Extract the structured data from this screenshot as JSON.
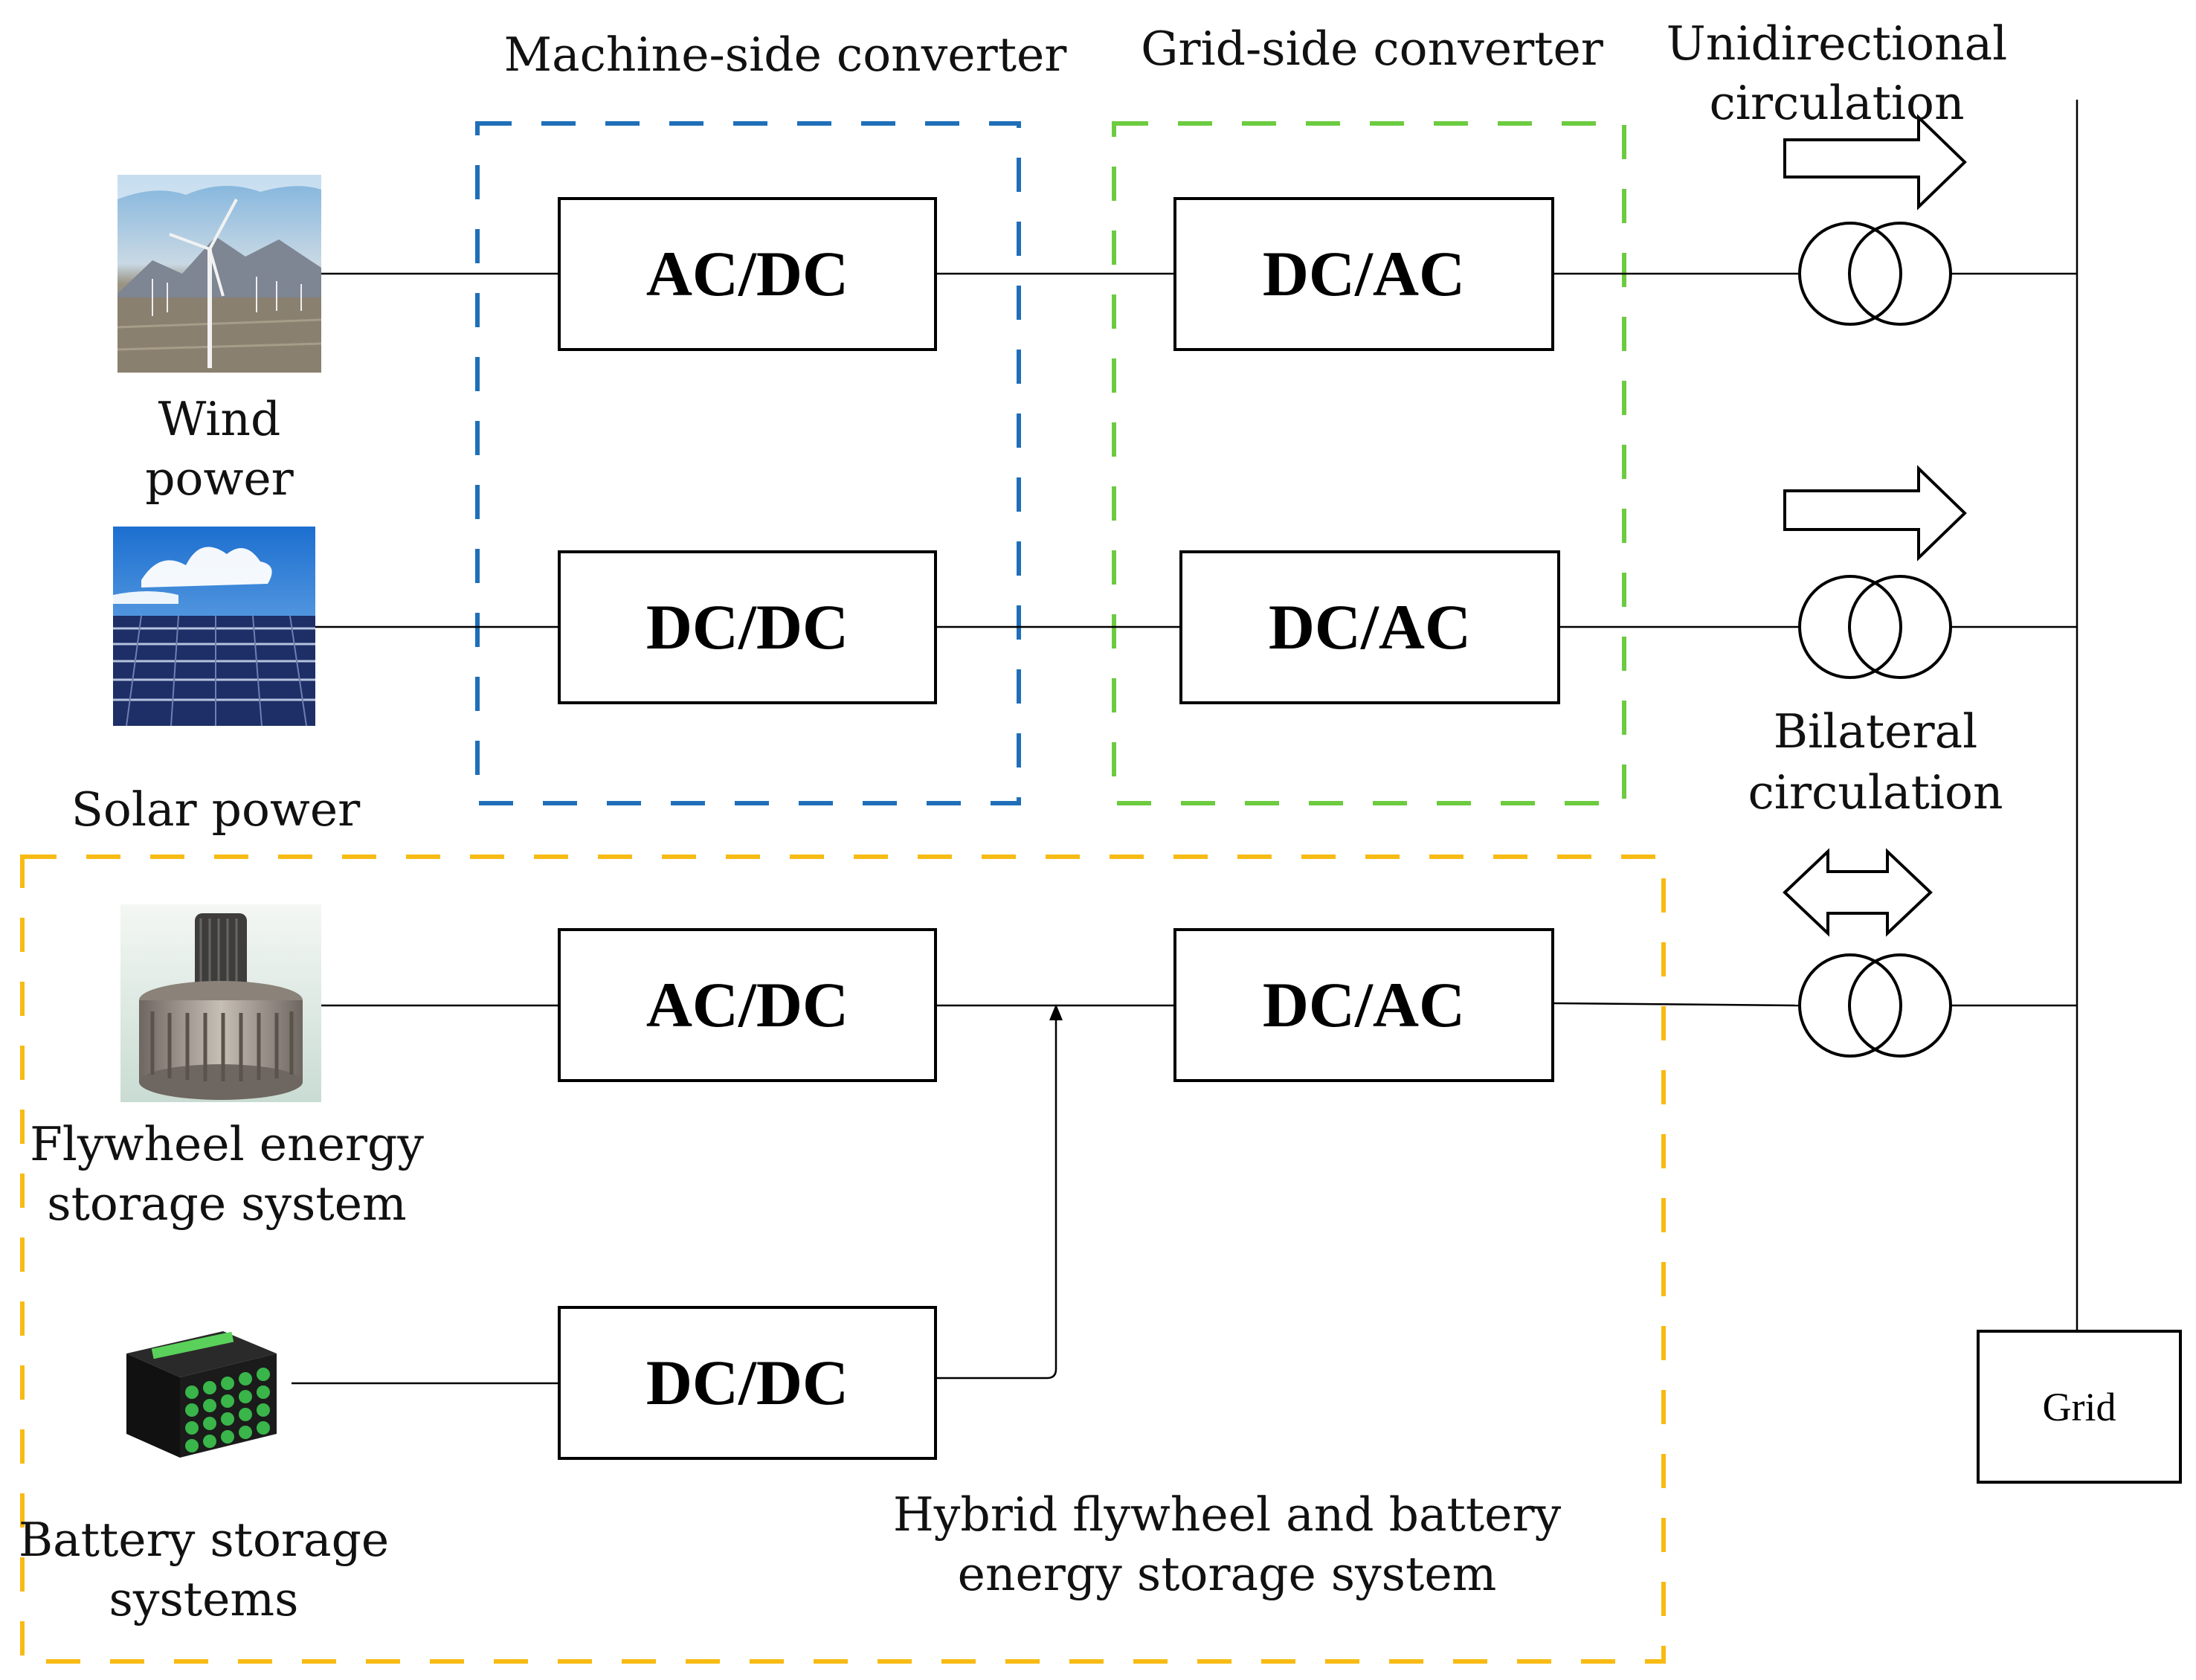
{
  "groups": {
    "machine_side": {
      "label": "Machine-side converter",
      "color": "#1f6fb8"
    },
    "grid_side": {
      "label": "Grid-side converter",
      "color": "#6ccb3f"
    },
    "hybrid": {
      "label_line1": "Hybrid flywheel and battery",
      "label_line2": "energy storage system",
      "color": "#f7bb14"
    }
  },
  "sources": {
    "wind": {
      "line1": "Wind",
      "line2": "power",
      "icon": "wind-turbine-photo"
    },
    "solar": {
      "line1": "Solar power",
      "icon": "solar-panel-photo"
    },
    "flywheel": {
      "line1": "Flywheel energy",
      "line2": "storage system",
      "icon": "flywheel-photo"
    },
    "battery": {
      "line1": "Battery storage",
      "line2": "systems",
      "icon": "battery-pack-photo"
    }
  },
  "converters": {
    "wind_machine": "AC/DC",
    "wind_grid": "DC/AC",
    "solar_machine": "DC/DC",
    "solar_grid": "DC/AC",
    "flywheel_machine": "AC/DC",
    "storage_grid": "DC/AC",
    "battery_machine": "DC/DC"
  },
  "flow": {
    "unidirectional": {
      "line1": "Unidirectional",
      "line2": "circulation"
    },
    "bilateral": {
      "line1": "Bilateral",
      "line2": "circulation"
    }
  },
  "grid": {
    "label": "Grid"
  },
  "colors": {
    "line": "#000000",
    "background": "#ffffff"
  }
}
